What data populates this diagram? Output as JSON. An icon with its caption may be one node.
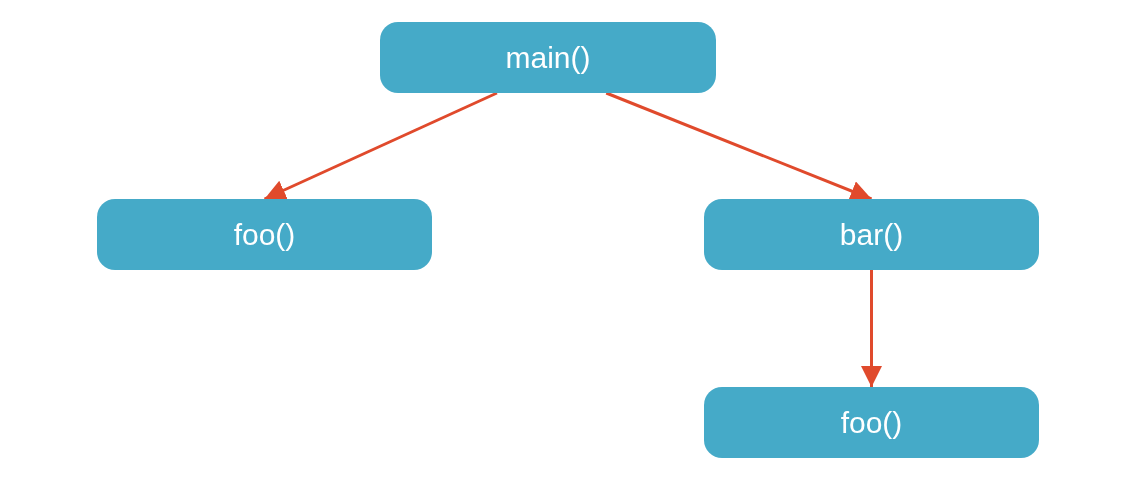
{
  "diagram": {
    "nodes": [
      {
        "text": [
          "main()"
        ]
      },
      {
        "text": [
          "foo()"
        ]
      },
      {
        "text": [
          "bar()"
        ]
      },
      {
        "text": [
          "foo()"
        ]
      }
    ],
    "edges": [
      {
        "from": 0,
        "to": 1,
        "arrow": "to"
      },
      {
        "from": 0,
        "to": 2,
        "arrow": "to"
      },
      {
        "from": 2,
        "to": 3,
        "arrow": "to"
      }
    ]
  }
}
